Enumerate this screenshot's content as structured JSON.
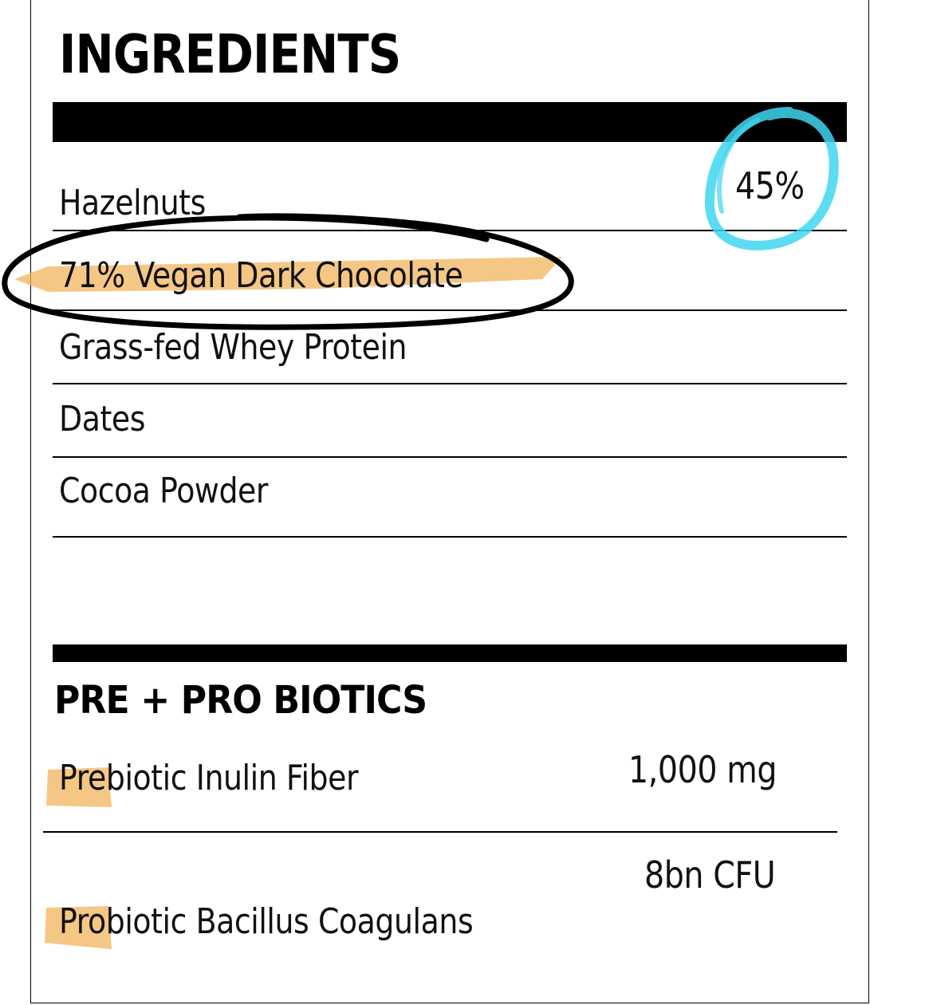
{
  "ingredients": {
    "title": "INGREDIENTS",
    "items": [
      {
        "name": "Hazelnuts",
        "amount": "45%"
      },
      {
        "name": "71% Vegan Dark Chocolate",
        "amount": ""
      },
      {
        "name": "Grass-fed Whey Protein",
        "amount": ""
      },
      {
        "name": "Dates",
        "amount": ""
      },
      {
        "name": "Cocoa Powder",
        "amount": ""
      }
    ]
  },
  "biotics": {
    "title": "PRE + PRO BIOTICS",
    "items": [
      {
        "name": "Prebiotic Inulin Fiber",
        "amount": "1,000 mg"
      },
      {
        "name": "Probiotic Bacillus Coagulans",
        "amount": "8bn CFU"
      }
    ]
  },
  "annotations": {
    "highlight_color": "#f2b45c",
    "circle_color": "#000000",
    "percent_circle_color": "#3fd6f0"
  }
}
